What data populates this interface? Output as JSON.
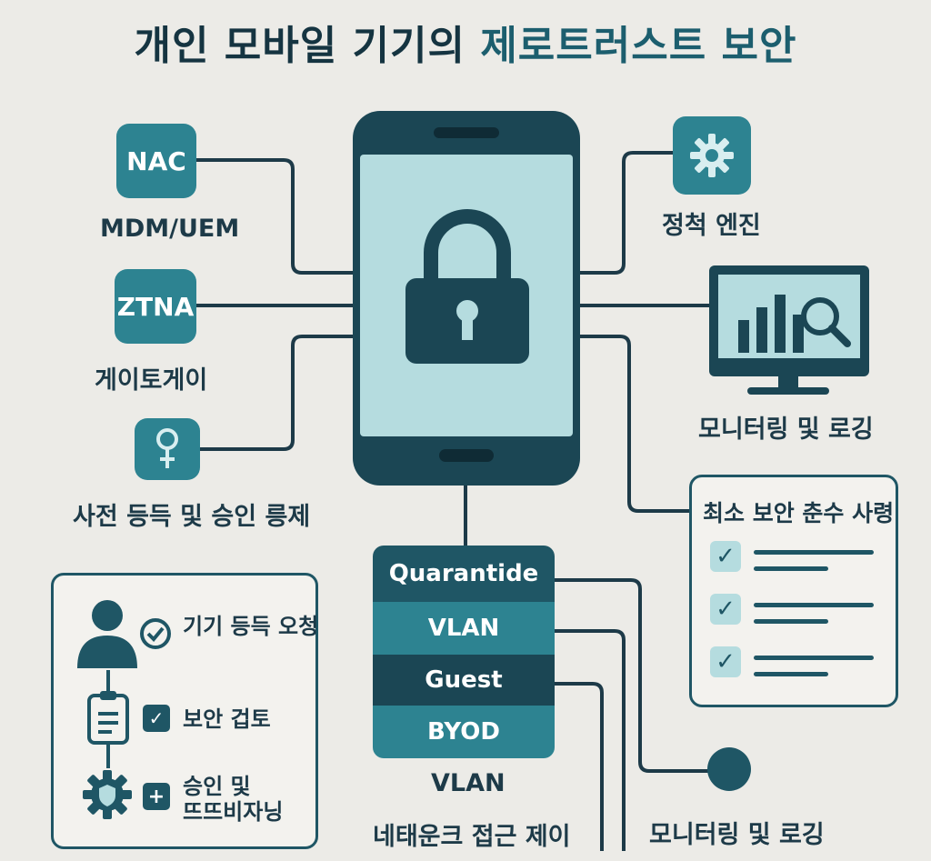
{
  "title": {
    "main": "개인 모바일 기기의",
    "accent": "제로트러스트 보안"
  },
  "left": {
    "nac": {
      "tile": "NAC",
      "label": "MDM/UEM"
    },
    "ztna": {
      "tile": "ZTNA",
      "label": "게이토게이"
    },
    "registration": {
      "label": "사전 등득 및 승인 릉제"
    }
  },
  "right": {
    "policy_engine": {
      "label": "정척 엔진"
    },
    "monitoring": {
      "label": "모니터링 및 로깅"
    },
    "checklist": {
      "title": "최소 보안 춘수 사령"
    }
  },
  "network": {
    "bands": [
      "Quarantide",
      "VLAN",
      "Guest",
      "BYOD"
    ],
    "vlan_label": "VLAN",
    "access_label": "네태운크 접근 제이"
  },
  "bottom_right": {
    "monitoring_label": "모니터링 및 로깅"
  },
  "process": {
    "step1": "기기 등득 오청",
    "step2": "보안 겁토",
    "step3_line1": "승인 및",
    "step3_line2": "뜨뜨비자닝"
  },
  "colors": {
    "background": "#ecebe7",
    "dark": "#1f5665",
    "teal": "#2d8391",
    "screen": "#b5dcdf",
    "band_dark": "#1b4654"
  }
}
